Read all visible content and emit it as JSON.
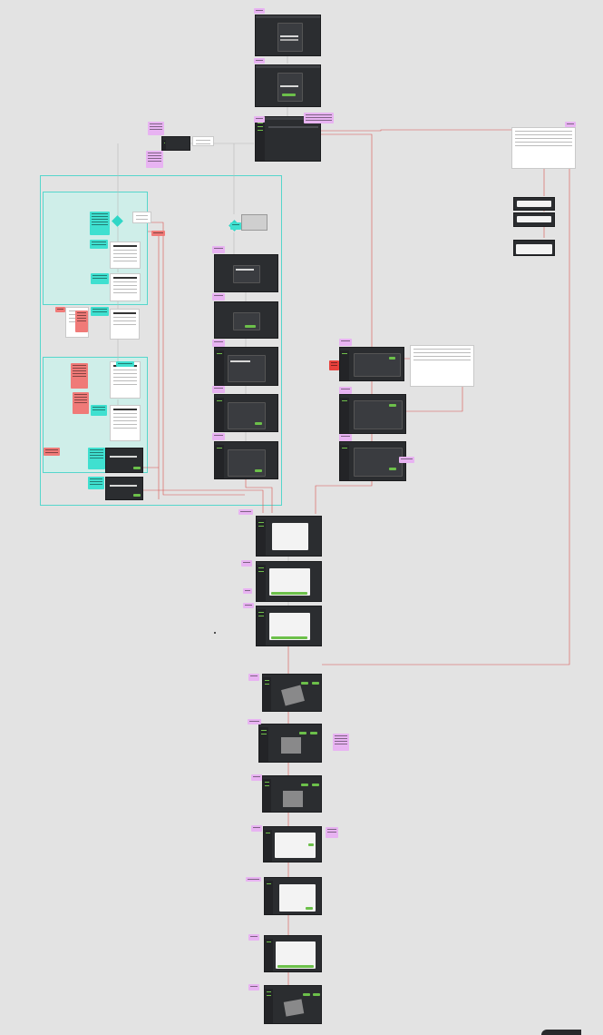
{
  "board": {
    "background": "#e3e3e3",
    "colors": {
      "group_outline": "#56d6cc",
      "group_fill": "#cfeee9",
      "connector": "#d9534f",
      "connector_neutral": "#b9b9b9",
      "sticky_purple": "#e8b3f2",
      "sticky_cyan": "#3fe0d0",
      "sticky_red": "#f07a78",
      "screen_dark": "#2b2d30",
      "accent_green": "#6cc04a"
    },
    "screens": [
      "login-screen-1",
      "login-screen-2",
      "dashboard-screen",
      "side-screen",
      "dialog-screen-1",
      "dialog-screen-2",
      "form-screen-1",
      "form-screen-2",
      "form-screen-3",
      "form-screen-4",
      "form-screen-5",
      "mid-screen-1",
      "mid-screen-2",
      "mid-screen-3",
      "upload-screen-1",
      "upload-screen-2",
      "upload-screen-3",
      "viewer-screen-1",
      "viewer-screen-2",
      "viewer-screen-3",
      "viewer-screen-4",
      "viewer-screen-5",
      "viewer-screen-6",
      "viewer-screen-7"
    ],
    "icons": [
      "decision-diamond-icon",
      "decision-diamond-icon-2",
      "chat-bubble-icon"
    ]
  }
}
